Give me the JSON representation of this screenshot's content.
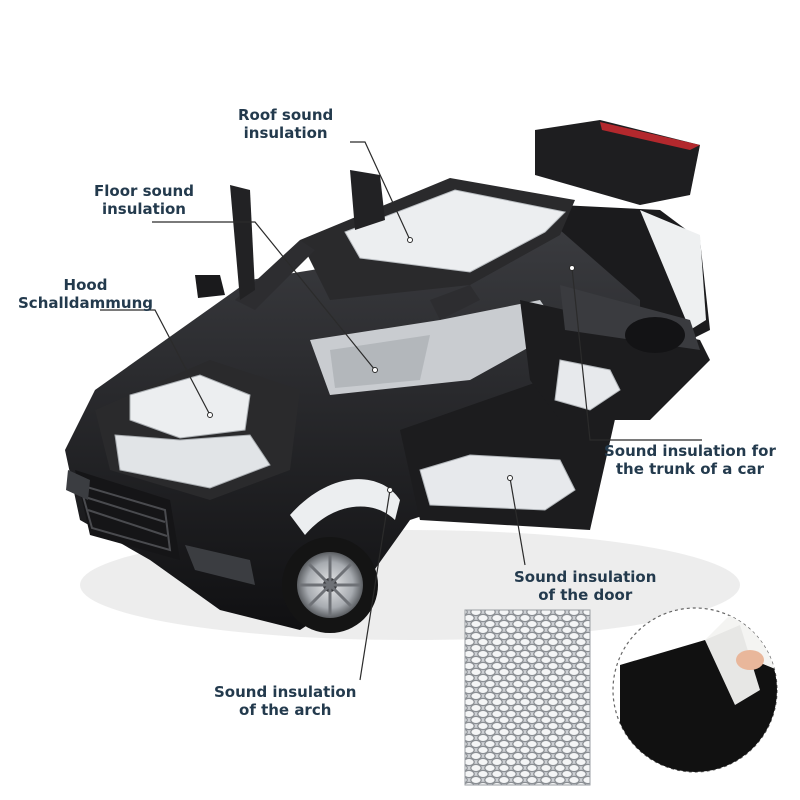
{
  "labels": {
    "roof": [
      "Roof sound",
      "insulation"
    ],
    "floor": [
      "Floor sound",
      "insulation"
    ],
    "hood": [
      "Hood",
      "Schalldammung"
    ],
    "trunk": [
      "Sound insulation for",
      "the trunk of a car"
    ],
    "door": [
      "Sound insulation",
      "of the door"
    ],
    "arch": [
      "Sound insulation",
      "of the arch"
    ]
  },
  "colors": {
    "label_text": "#233a4d",
    "leader_line": "#2b2b2b",
    "car_body": "#1c1c1e",
    "insulation": "#e9ecee",
    "foam_black": "#111111",
    "foam_backing": "#f4f4f2"
  },
  "icons": [
    "car-illustration",
    "honeycomb-foam-sample",
    "peeled-foam-sample"
  ]
}
